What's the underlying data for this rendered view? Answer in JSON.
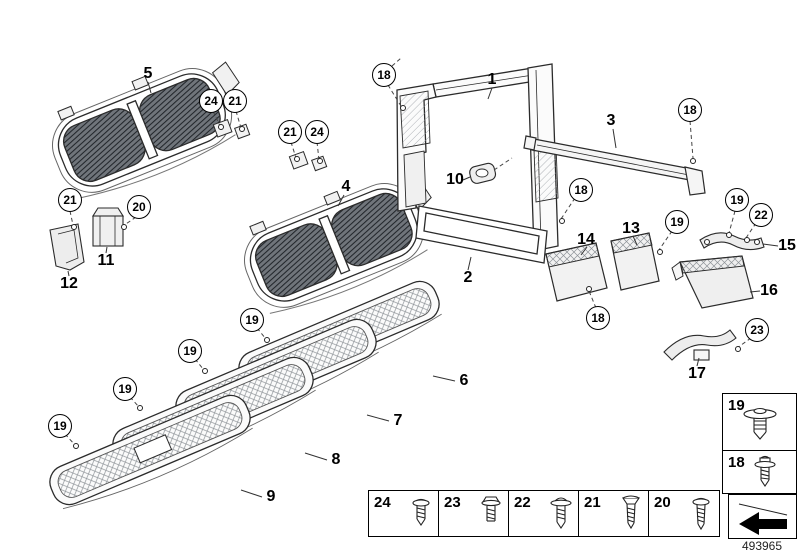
{
  "doc": {
    "number": "493965"
  },
  "callouts": {
    "n1": "1",
    "n2": "2",
    "n3": "3",
    "n4": "4",
    "n5": "5",
    "n6": "6",
    "n7": "7",
    "n8": "8",
    "n9": "9",
    "n10": "10",
    "n11": "11",
    "n12": "12",
    "n13": "13",
    "n14": "14",
    "n15": "15",
    "n16": "16",
    "n17": "17",
    "n18": "18",
    "n19": "19",
    "n20": "20",
    "n21": "21",
    "n22": "22",
    "n23": "23",
    "n24": "24"
  },
  "legend": {
    "bottom_row": [
      {
        "label": "24",
        "icon": "pan-head-screw-icon"
      },
      {
        "label": "23",
        "icon": "hex-flange-bolt-icon"
      },
      {
        "label": "22",
        "icon": "washer-head-screw-icon"
      },
      {
        "label": "21",
        "icon": "oval-head-screw-icon"
      },
      {
        "label": "20",
        "icon": "tapping-screw-icon"
      }
    ],
    "side_column": [
      {
        "label": "19",
        "icon": "expansion-rivet-icon"
      },
      {
        "label": "18",
        "icon": "washer-screw-icon"
      }
    ]
  },
  "icons": {
    "corner": "direction-arrow-icon"
  }
}
